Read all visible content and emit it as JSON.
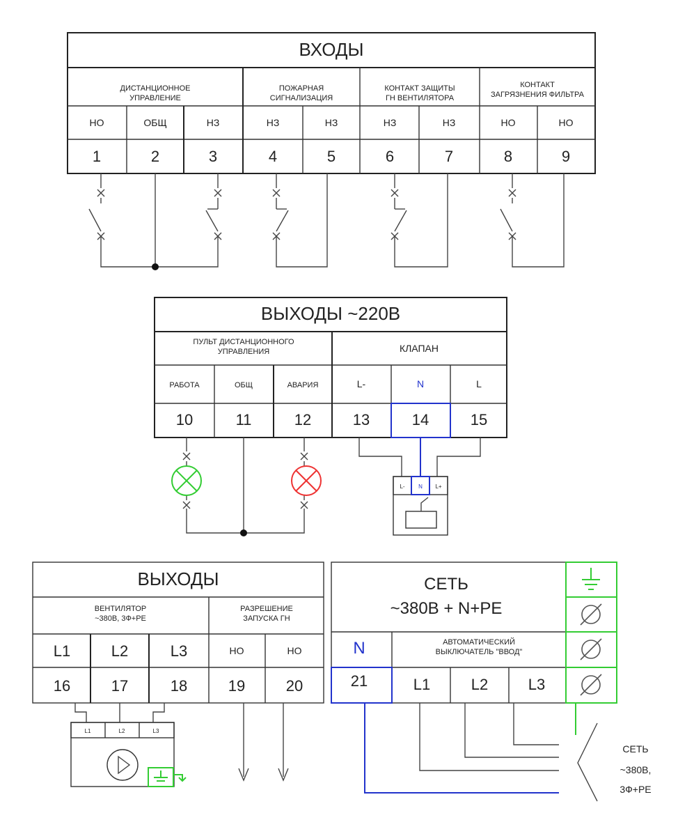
{
  "inputs": {
    "title": "ВХОДЫ",
    "groups": [
      {
        "label": "ДИСТАНЦИОННОЕ УПРАВЛЕНИЕ"
      },
      {
        "label": "ПОЖАРНАЯ СИГНАЛИЗАЦИЯ"
      },
      {
        "label": "КОНТАКТ ЗАЩИТЫ ГН ВЕНТИЛЯТОРА"
      },
      {
        "label": "КОНТАКТ ЗАГРЯЗНЕНИЯ ФИЛЬТРА"
      }
    ],
    "pins": [
      {
        "type": "НО",
        "num": "1"
      },
      {
        "type": "ОБЩ",
        "num": "2"
      },
      {
        "type": "НЗ",
        "num": "3"
      },
      {
        "type": "НЗ",
        "num": "4"
      },
      {
        "type": "НЗ",
        "num": "5"
      },
      {
        "type": "НЗ",
        "num": "6"
      },
      {
        "type": "НЗ",
        "num": "7"
      },
      {
        "type": "НО",
        "num": "8"
      },
      {
        "type": "НО",
        "num": "9"
      }
    ]
  },
  "outputs220": {
    "title": "ВЫХОДЫ ~220В",
    "groups": [
      {
        "label": "ПУЛЬТ ДИСТАНЦИОННОГО УПРАВЛЕНИЯ"
      },
      {
        "label": "КЛАПАН"
      }
    ],
    "pins": [
      {
        "type": "РАБОТА",
        "num": "10"
      },
      {
        "type": "ОБЩ",
        "num": "11"
      },
      {
        "type": "АВАРИЯ",
        "num": "12"
      },
      {
        "type": "L-",
        "num": "13"
      },
      {
        "type": "N",
        "num": "14"
      },
      {
        "type": "L",
        "num": "15"
      }
    ],
    "valve_pins": [
      "L-",
      "N",
      "L+"
    ]
  },
  "outputs": {
    "title": "ВЫХОДЫ",
    "groups": [
      {
        "label": "ВЕНТИЛЯТОР ~380В, 3Ф+PE"
      },
      {
        "label": "РАЗРЕШЕНИЕ ЗАПУСКА ГН"
      }
    ],
    "pins": [
      {
        "type": "L1",
        "num": "16"
      },
      {
        "type": "L2",
        "num": "17"
      },
      {
        "type": "L3",
        "num": "18"
      },
      {
        "type": "НО",
        "num": "19"
      },
      {
        "type": "НО",
        "num": "20"
      }
    ],
    "motor_pins": [
      "L1",
      "L2",
      "L3"
    ]
  },
  "network": {
    "title_line1": "СЕТЬ",
    "title_line2": "~380В + N+PE",
    "n_label": "N",
    "n_num": "21",
    "breaker_label": "АВТОМАТИЧЕСКИЙ ВЫКЛЮЧАТЕЛЬ \"ВВОД\"",
    "phases": [
      "L1",
      "L2",
      "L3"
    ],
    "side_line1": "СЕТЬ",
    "side_line2": "~380В,",
    "side_line3": "3Ф+PE"
  },
  "colors": {
    "blue": "#2233cc",
    "green": "#33cc33",
    "red": "#ee3333"
  },
  "icons": [
    "switch-no-icon",
    "switch-nc-icon",
    "lamp-icon",
    "valve-actuator-icon",
    "fan-motor-icon",
    "ground-icon",
    "pe-terminal-icon",
    "arrow-down-icon"
  ]
}
